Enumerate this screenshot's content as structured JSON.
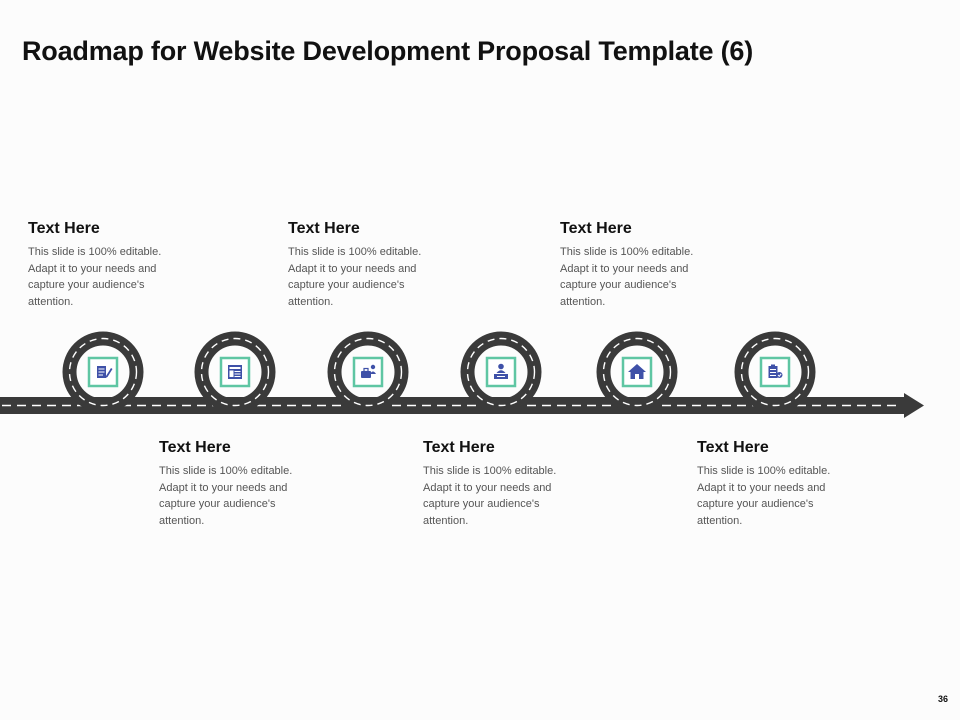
{
  "title": "Roadmap for Website Development Proposal Template (6)",
  "page_number": "36",
  "colors": {
    "road": "#3a3a3a",
    "accent": "#5fc6a3",
    "icon": "#3f51a8",
    "line": "#ffffff"
  },
  "milestones": [
    {
      "heading": "Text Here",
      "body": "This slide is 100% editable. Adapt it to your needs and capture your audience's attention.",
      "icon": "document-pen-icon"
    },
    {
      "heading": "Text Here",
      "body": "This slide is 100% editable. Adapt it to your needs and capture your audience's attention.",
      "icon": "webpage-layout-icon"
    },
    {
      "heading": "Text Here",
      "body": "This slide is 100% editable. Adapt it to your needs and capture your audience's attention.",
      "icon": "briefcase-person-icon"
    },
    {
      "heading": "Text Here",
      "body": "This slide is 100% editable. Adapt it to your needs and capture your audience's attention.",
      "icon": "presenter-icon"
    },
    {
      "heading": "Text Here",
      "body": "This slide is 100% editable. Adapt it to your needs and capture your audience's attention.",
      "icon": "home-icon"
    },
    {
      "heading": "Text Here",
      "body": "This slide is 100% editable. Adapt it to your needs and capture your audience's attention.",
      "icon": "checklist-icon"
    }
  ]
}
